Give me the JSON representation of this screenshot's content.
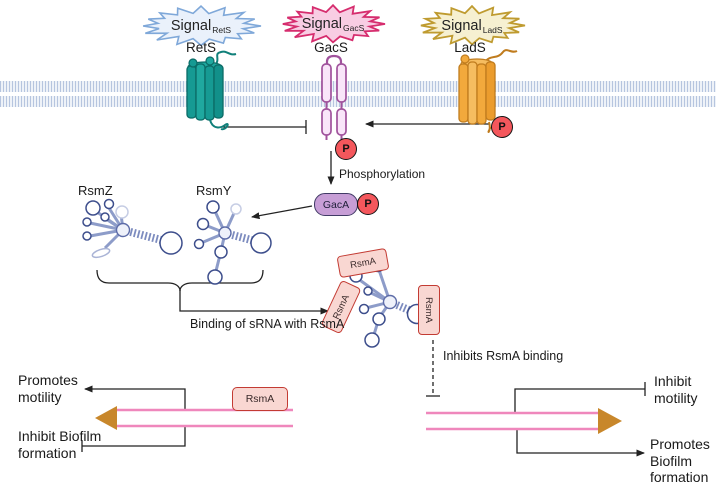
{
  "signals": [
    {
      "burst_label": "Signal",
      "burst_sub": "RetS",
      "protein": "RetS"
    },
    {
      "burst_label": "Signal",
      "burst_sub": "GacS",
      "protein": "GacS"
    },
    {
      "burst_label": "Signal",
      "burst_sub": "LadS",
      "protein": "LadS"
    }
  ],
  "labels": {
    "p": "P",
    "phosphorylation": "Phosphorylation",
    "gaca": "GacA",
    "rsmz": "RsmZ",
    "rsmy": "RsmY",
    "binding": "Binding of sRNA with RsmA",
    "rsma": "RsmA",
    "inhibits_binding": "Inhibits RsmA binding",
    "promotes_motility": "Promotes\nmotility",
    "inhibit_biofilm": "Inhibit Biofilm\nformation",
    "inhibit_motility": "Inhibit\nmotility",
    "promotes_biofilm": "Promotes\nBiofilm\nformation"
  },
  "colors": {
    "membrane_stripe": "#b6c5df",
    "rets_protein": "#169a93",
    "gacs_fill": "#f9e5f9",
    "gacs_outline": "#a0529c",
    "lads_protein": "#f2a93c",
    "phosphate": "#f4575c",
    "gaca_fill": "#c79ed6",
    "srna_stem": "#8d9cc9",
    "srna_outline": "#3d4e8c",
    "rsma_fill": "#f9d7d2",
    "rsma_border": "#c33b33",
    "mrna_pink": "#ef87bc",
    "mrna_orange": "#c8872b",
    "signal_rets_border": "#7fa8d9",
    "signal_gacs_border": "#d62d6e",
    "signal_lads_border": "#bf9b30",
    "line": "#222222"
  }
}
